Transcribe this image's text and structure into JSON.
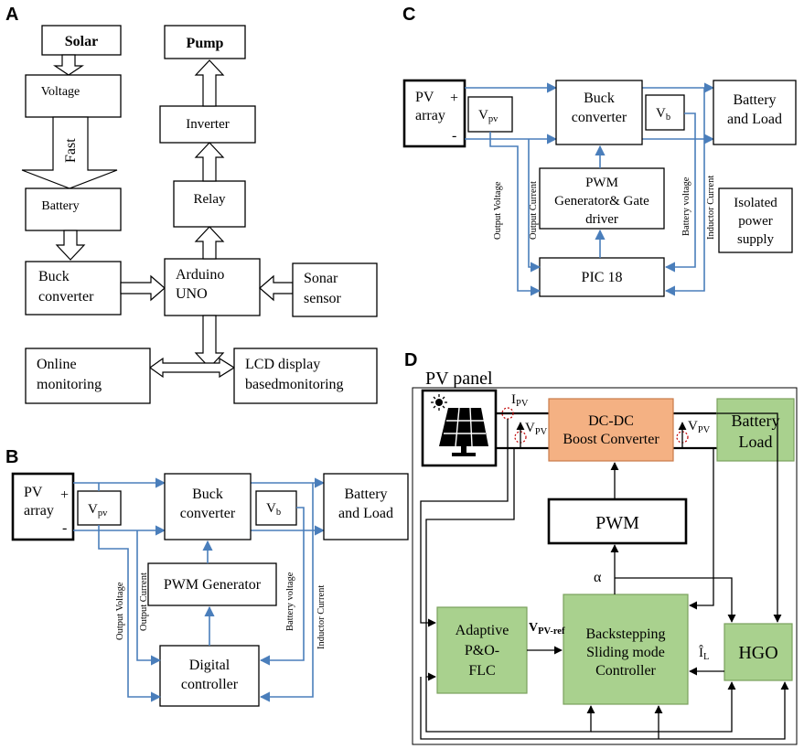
{
  "panels": {
    "a": {
      "label": "A",
      "solar": "Solar",
      "voltage": "Voltage",
      "fast": "Fast",
      "battery": "Battery",
      "buck_line1": "Buck",
      "buck_line2": "converter",
      "arduino_line1": "Arduino",
      "arduino_line2": "UNO",
      "sonar_line1": "Sonar",
      "sonar_line2": "sensor",
      "relay": "Relay",
      "inverter": "Inverter",
      "pump": "Pump",
      "online_line1": "Online",
      "online_line2": "monitoring",
      "lcd_line1": "LCD display",
      "lcd_line2": "basedmonitoring"
    },
    "b": {
      "label": "B",
      "pv_line1": "PV",
      "pv_line2": "array",
      "plus": "+",
      "minus": "-",
      "vpv_main": "V",
      "vpv_sub": "pv",
      "buck_line1": "Buck",
      "buck_line2": "converter",
      "vb_main": "V",
      "vb_sub": "b",
      "battery_line1": "Battery",
      "battery_line2": "and Load",
      "pwm": "PWM Generator",
      "digital_line1": "Digital",
      "digital_line2": "controller",
      "output_voltage": "Output Voltage",
      "output_current": "Output Current",
      "battery_voltage": "Battery voltage",
      "inductor_current": "Inductor Current"
    },
    "c": {
      "label": "C",
      "pv_line1": "PV",
      "pv_line2": "array",
      "plus": "+",
      "minus": "-",
      "vpv_main": "V",
      "vpv_sub": "pv",
      "buck_line1": "Buck",
      "buck_line2": "converter",
      "vb_main": "V",
      "vb_sub": "b",
      "battery": "Battery and Load",
      "pwm_line1": "PWM",
      "pwm_line2": "Generator& Gate",
      "pwm_line3": "driver",
      "pic": "PIC 18",
      "isolated_line1": "Isolated",
      "isolated_line2": "power",
      "isolated_line3": "supply",
      "output_voltage": "Output Voltage",
      "output_current": "Output Current",
      "battery_voltage": "Battery voltage",
      "inductor_current": "Inductor Current"
    },
    "d": {
      "label": "D",
      "pv_panel": "PV panel",
      "ipv_main": "I",
      "ipv_sub": "PV",
      "vpv_main": "V",
      "vpv_sub": "PV",
      "vpv2_main": "V",
      "vpv2_sub": "PV",
      "dcdc_line1": "DC-DC",
      "dcdc_line2": "Boost Converter",
      "battery_line1": "Battery",
      "battery_line2": "Load",
      "pwm": "PWM",
      "alpha": "α",
      "adaptive_line1": "Adaptive",
      "adaptive_line2": "P&O-",
      "adaptive_line3": "FLC",
      "vref_main": "V",
      "vref_sub": "PV-ref",
      "back_line1": "Backstepping",
      "back_line2": "Sliding mode",
      "back_line3": "Controller",
      "il_main": "Î",
      "il_sub": "L",
      "hgo": "HGO"
    }
  },
  "colors": {
    "wire_blue": "#4a7ebb",
    "block_green": "#a9d18e",
    "block_orange": "#f4b183"
  }
}
